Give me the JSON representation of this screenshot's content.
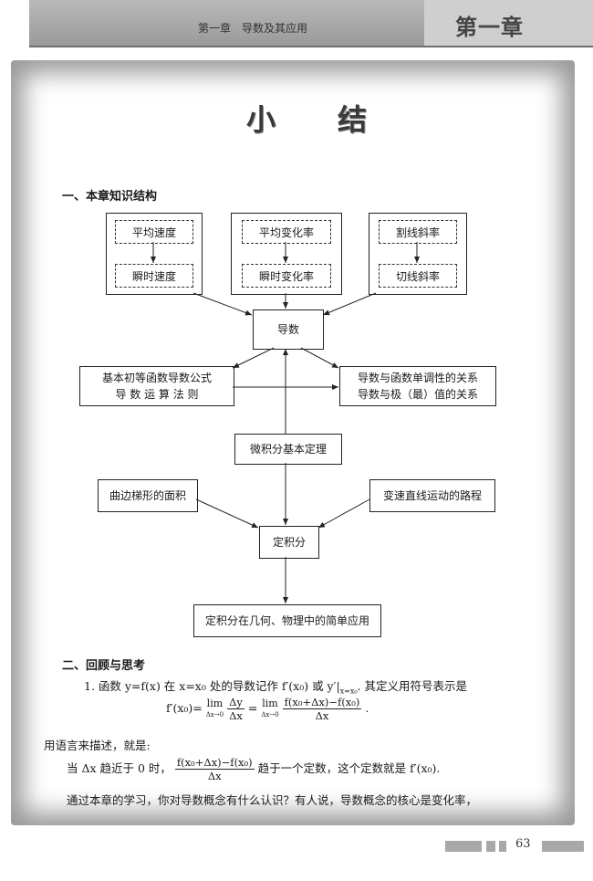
{
  "header": {
    "chapter_line": "第一章　导数及其应用",
    "chapter_tag": "第一章"
  },
  "title": "小　结",
  "section1": "一、本章知识结构",
  "diagram": {
    "avg_speed": "平均速度",
    "inst_speed": "瞬时速度",
    "avg_rate": "平均变化率",
    "inst_rate": "瞬时变化率",
    "secant_slope": "割线斜率",
    "tangent_slope": "切线斜率",
    "derivative": "导数",
    "formulas_l1": "基本初等函数导数公式",
    "formulas_l2": "导 数 运 算 法 则",
    "mono_l1": "导数与函数单调性的关系",
    "mono_l2": "导数与极（最）值的关系",
    "ftc": "微积分基本定理",
    "area": "曲边梯形的面积",
    "path": "变速直线运动的路程",
    "integral": "定积分",
    "application": "定积分在几何、物理中的简单应用"
  },
  "section2": "二、回顾与思考",
  "para1": {
    "prefix": "1. 函数 y=f(x) 在 x=x₀ 处的导数记作 f′(x₀) 或 y′|",
    "subscript": "x=x₀",
    "suffix": ". 其定义用符号表示是"
  },
  "formula": {
    "lhs": "f′(x₀)=",
    "lim": "lim",
    "lim_sub": "Δx→0",
    "dy": "Δy",
    "dx": "Δx",
    "eq": "=",
    "num": "f(x₀+Δx)−f(x₀)",
    "den": "Δx",
    "end": "."
  },
  "para2": "用语言来描述，就是:",
  "para3": {
    "prefix": "当 Δx 趋近于 0 时，",
    "num": "f(x₀+Δx)−f(x₀)",
    "den": "Δx",
    "suffix": "趋于一个定数，这个定数就是 f′(x₀)."
  },
  "para4": "通过本章的学习，你对导数概念有什么认识？有人说，导数概念的核心是变化率，",
  "page_number": "63"
}
